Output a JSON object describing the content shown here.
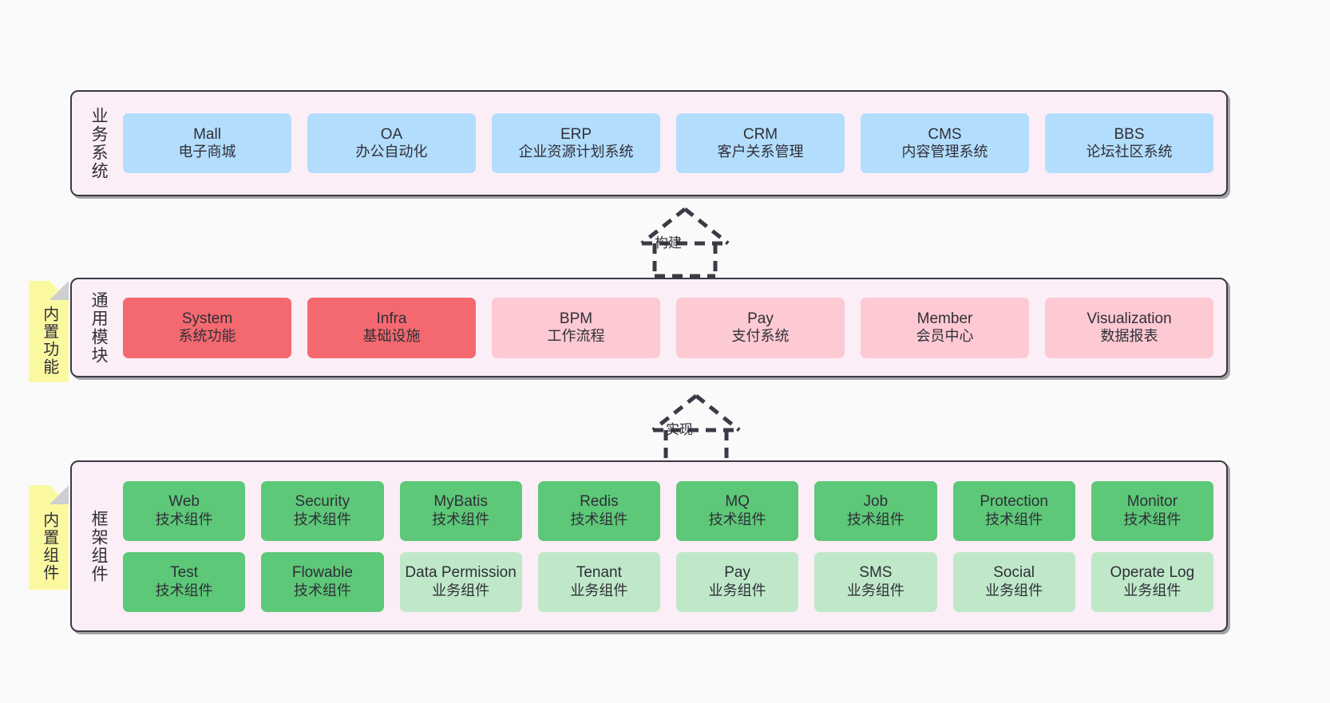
{
  "diagram": {
    "background_color": "#fafafa",
    "layer_fill": "#fbeef6",
    "layer_border": "#3b3a45"
  },
  "notes": [
    {
      "id": "note-common",
      "label": "内置功能",
      "color": "#fbf9a0"
    },
    {
      "id": "note-framework",
      "label": "内置组件",
      "color": "#fbf9a0"
    }
  ],
  "arrows": [
    {
      "id": "arrow-build",
      "label": "构建",
      "style": "dashed-generalization",
      "direction": "up"
    },
    {
      "id": "arrow-impl",
      "label": "实现",
      "style": "dashed-generalization",
      "direction": "up"
    }
  ],
  "layers": [
    {
      "id": "layer-business",
      "title": "业务系统",
      "rows": [
        [
          {
            "en": "Mall",
            "cn": "电子商城",
            "color": "#b3ddfc"
          },
          {
            "en": "OA",
            "cn": "办公自动化",
            "color": "#b3ddfc"
          },
          {
            "en": "ERP",
            "cn": "企业资源计划系统",
            "color": "#b3ddfc"
          },
          {
            "en": "CRM",
            "cn": "客户关系管理",
            "color": "#b3ddfc"
          },
          {
            "en": "CMS",
            "cn": "内容管理系统",
            "color": "#b3ddfc"
          },
          {
            "en": "BBS",
            "cn": "论坛社区系统",
            "color": "#b3ddfc"
          }
        ]
      ]
    },
    {
      "id": "layer-common",
      "title": "通用模块",
      "rows": [
        [
          {
            "en": "System",
            "cn": "系统功能",
            "color": "#f4696f"
          },
          {
            "en": "Infra",
            "cn": "基础设施",
            "color": "#f4696f"
          },
          {
            "en": "BPM",
            "cn": "工作流程",
            "color": "#fdc9d2"
          },
          {
            "en": "Pay",
            "cn": "支付系统",
            "color": "#fdc9d2"
          },
          {
            "en": "Member",
            "cn": "会员中心",
            "color": "#fdc9d2"
          },
          {
            "en": "Visualization",
            "cn": "数据报表",
            "color": "#fdc9d2"
          }
        ]
      ]
    },
    {
      "id": "layer-framework",
      "title": "框架组件",
      "rows": [
        [
          {
            "en": "Web",
            "cn": "技术组件",
            "color": "#5dc878"
          },
          {
            "en": "Security",
            "cn": "技术组件",
            "color": "#5dc878"
          },
          {
            "en": "MyBatis",
            "cn": "技术组件",
            "color": "#5dc878"
          },
          {
            "en": "Redis",
            "cn": "技术组件",
            "color": "#5dc878"
          },
          {
            "en": "MQ",
            "cn": "技术组件",
            "color": "#5dc878"
          },
          {
            "en": "Job",
            "cn": "技术组件",
            "color": "#5dc878"
          },
          {
            "en": "Protection",
            "cn": "技术组件",
            "color": "#5dc878"
          },
          {
            "en": "Monitor",
            "cn": "技术组件",
            "color": "#5dc878"
          }
        ],
        [
          {
            "en": "Test",
            "cn": "技术组件",
            "color": "#5dc878"
          },
          {
            "en": "Flowable",
            "cn": "技术组件",
            "color": "#5dc878"
          },
          {
            "en": "Data Permission",
            "cn": "业务组件",
            "color": "#bfe8c8"
          },
          {
            "en": "Tenant",
            "cn": "业务组件",
            "color": "#bfe8c8"
          },
          {
            "en": "Pay",
            "cn": "业务组件",
            "color": "#bfe8c8"
          },
          {
            "en": "SMS",
            "cn": "业务组件",
            "color": "#bfe8c8"
          },
          {
            "en": "Social",
            "cn": "业务组件",
            "color": "#bfe8c8"
          },
          {
            "en": "Operate Log",
            "cn": "业务组件",
            "color": "#bfe8c8"
          }
        ]
      ]
    }
  ]
}
